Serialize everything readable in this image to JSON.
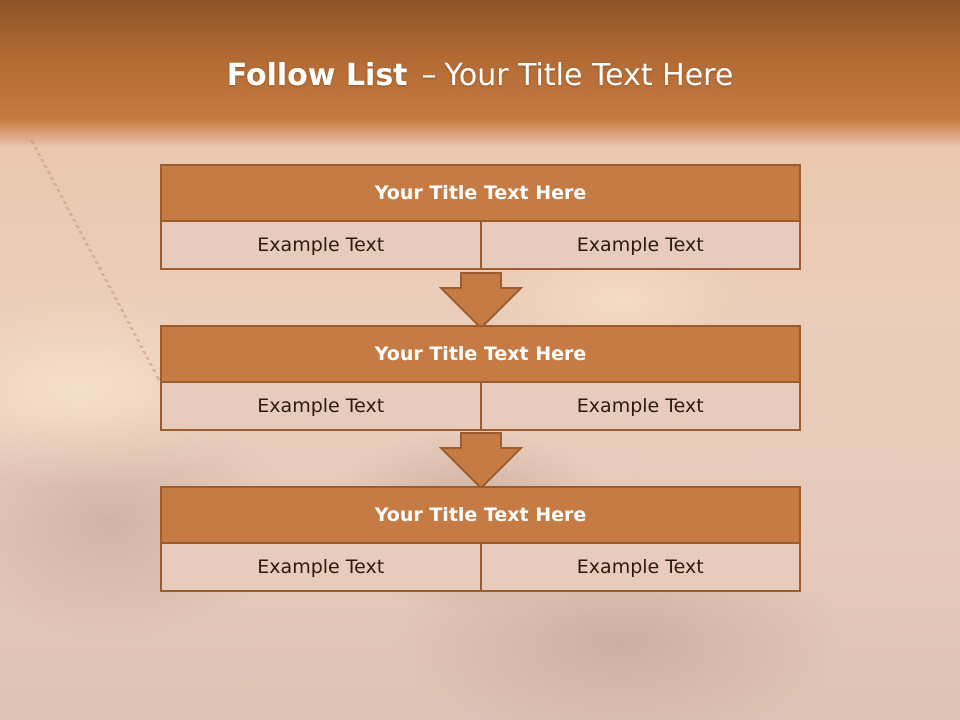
{
  "slide": {
    "title_bold": "Follow List",
    "title_sep": "–",
    "title_rest": "Your Title Text Here"
  },
  "blocks": [
    {
      "heading": "Your Title Text Here",
      "left": "Example Text",
      "right": "Example Text"
    },
    {
      "heading": "Your Title Text Here",
      "left": "Example Text",
      "right": "Example Text"
    },
    {
      "heading": "Your Title Text Here",
      "left": "Example Text",
      "right": "Example Text"
    }
  ],
  "colors": {
    "header": "#c47a40",
    "block_fill": "#c57b43",
    "block_border": "#9c5c2e",
    "cell_fill": "#e7cbbd",
    "arrow_fill": "#c57b43"
  },
  "icons": [
    "down-arrow-icon",
    "down-arrow-icon"
  ]
}
